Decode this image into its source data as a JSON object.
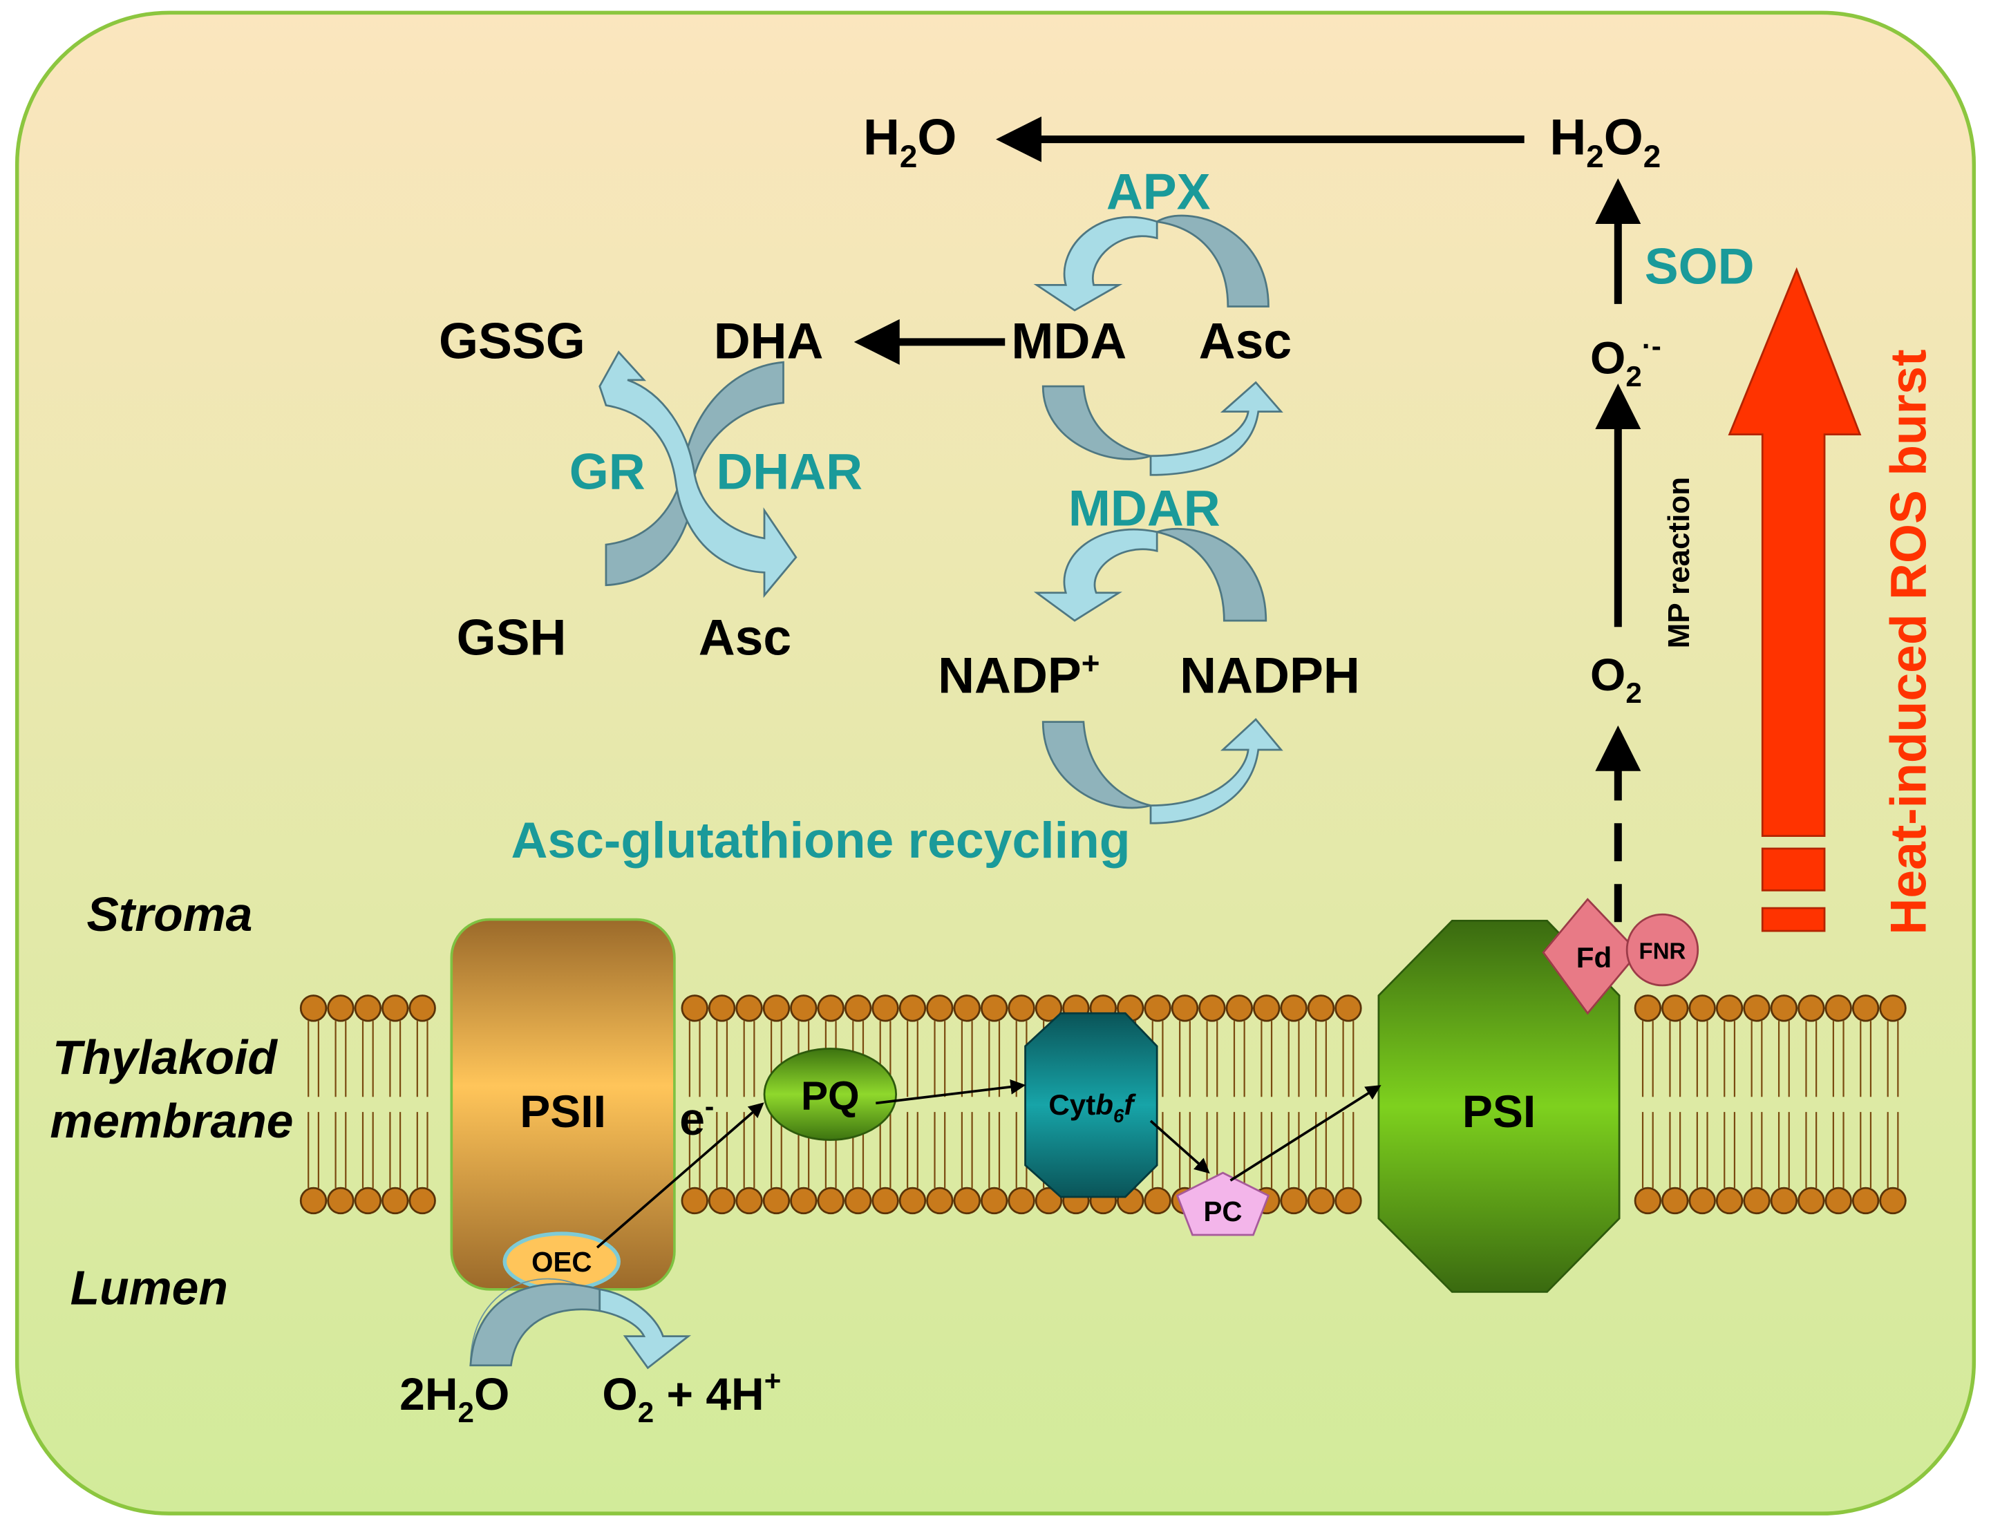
{
  "compartments": {
    "stroma": "Stroma",
    "thylakoid_line1": "Thylakoid",
    "thylakoid_line2": "membrane",
    "lumen": "Lumen"
  },
  "proteins": {
    "psii": "PSII",
    "psi": "PSI",
    "pq": "PQ",
    "cyt_prefix": "Cyt",
    "cyt_b": "b",
    "cyt_sub": "6",
    "cyt_f": "f",
    "pc": "PC",
    "oec": "OEC",
    "fd": "Fd",
    "fnr": "FNR",
    "electron": "e",
    "electron_sup": "-"
  },
  "water_split": {
    "reactant_coef": "2H",
    "reactant_sub": "2",
    "reactant_tail": "O",
    "product_o": "O",
    "product_sub": "2",
    "product_tail": " + 4H",
    "product_sup": "+"
  },
  "ros_path": {
    "o2": "O",
    "o2_sub": "2",
    "mp_reaction": "MP reaction",
    "superoxide": "O",
    "superoxide_sub": "2",
    "superoxide_sup": "·-",
    "sod": "SOD",
    "h2o2_h": "H",
    "h2o2_sub1": "2",
    "h2o2_o": "O",
    "h2o2_sub2": "2",
    "h2o_h": "H",
    "h2o_sub": "2",
    "h2o_o": "O"
  },
  "cycle": {
    "apx": "APX",
    "mda": "MDA",
    "asc_top": "Asc",
    "dha": "DHA",
    "gssg": "GSSG",
    "gr": "GR",
    "dhar": "DHAR",
    "gsh": "GSH",
    "asc_bottom": "Asc",
    "mdar": "MDAR",
    "nadp": "NADP",
    "nadp_sup": "+",
    "nadph": "NADPH",
    "title": "Asc-glutathione recycling"
  },
  "burst_label": "Heat-induced ROS burst",
  "colors": {
    "teal_text": "#1a9a9a",
    "red_arrow": "#ff3300",
    "curved_arrow_light": "#a8dce6",
    "curved_arrow_dark": "#8fb3bb",
    "panel_top": "#fbe6be",
    "panel_bottom": "#d2eb9a",
    "panel_border": "#8cc63f"
  }
}
